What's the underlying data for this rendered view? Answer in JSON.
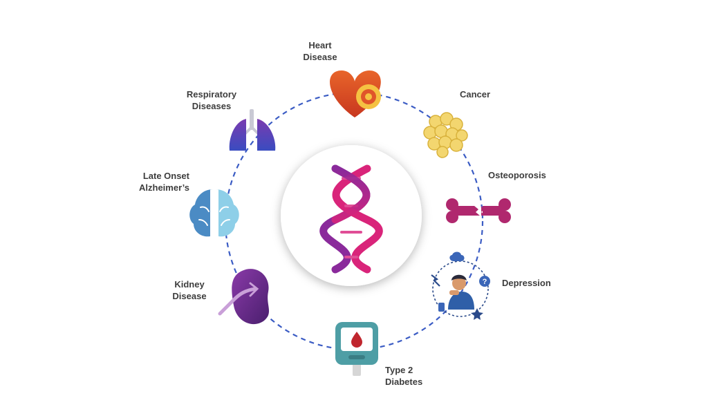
{
  "diseases": [
    {
      "id": "heart",
      "line1": "Heart",
      "line2": "Disease",
      "icon": "heart-icon"
    },
    {
      "id": "cancer",
      "line1": "Cancer",
      "line2": "",
      "icon": "cancer-cells-icon"
    },
    {
      "id": "osteoporosis",
      "line1": "Osteoporosis",
      "line2": "",
      "icon": "broken-bone-icon"
    },
    {
      "id": "depression",
      "line1": "Depression",
      "line2": "",
      "icon": "depressed-person-icon"
    },
    {
      "id": "diabetes",
      "line1": "Type 2",
      "line2": "Diabetes",
      "icon": "glucose-meter-icon"
    },
    {
      "id": "kidney",
      "line1": "Kidney",
      "line2": "Disease",
      "icon": "kidney-icon"
    },
    {
      "id": "alzheimers",
      "line1": "Late Onset",
      "line2": "Alzheimer’s",
      "icon": "brain-icon"
    },
    {
      "id": "respiratory",
      "line1": "Respiratory",
      "line2": "Diseases",
      "icon": "lungs-icon"
    }
  ],
  "center": {
    "icon": "dna-helix-icon"
  },
  "colors": {
    "ring": "#3b5cc4",
    "label": "#3d3d3d",
    "dna_pink": "#d9247a",
    "dna_purple": "#8a2a9b",
    "heart": "#e05a2a",
    "cancer": "#f2d36b",
    "bone": "#b0286e",
    "brain_blue": "#5aa9d9",
    "kidney": "#6a2a8c",
    "meter": "#4e9ea5",
    "lungs": "#4b3fb0"
  }
}
